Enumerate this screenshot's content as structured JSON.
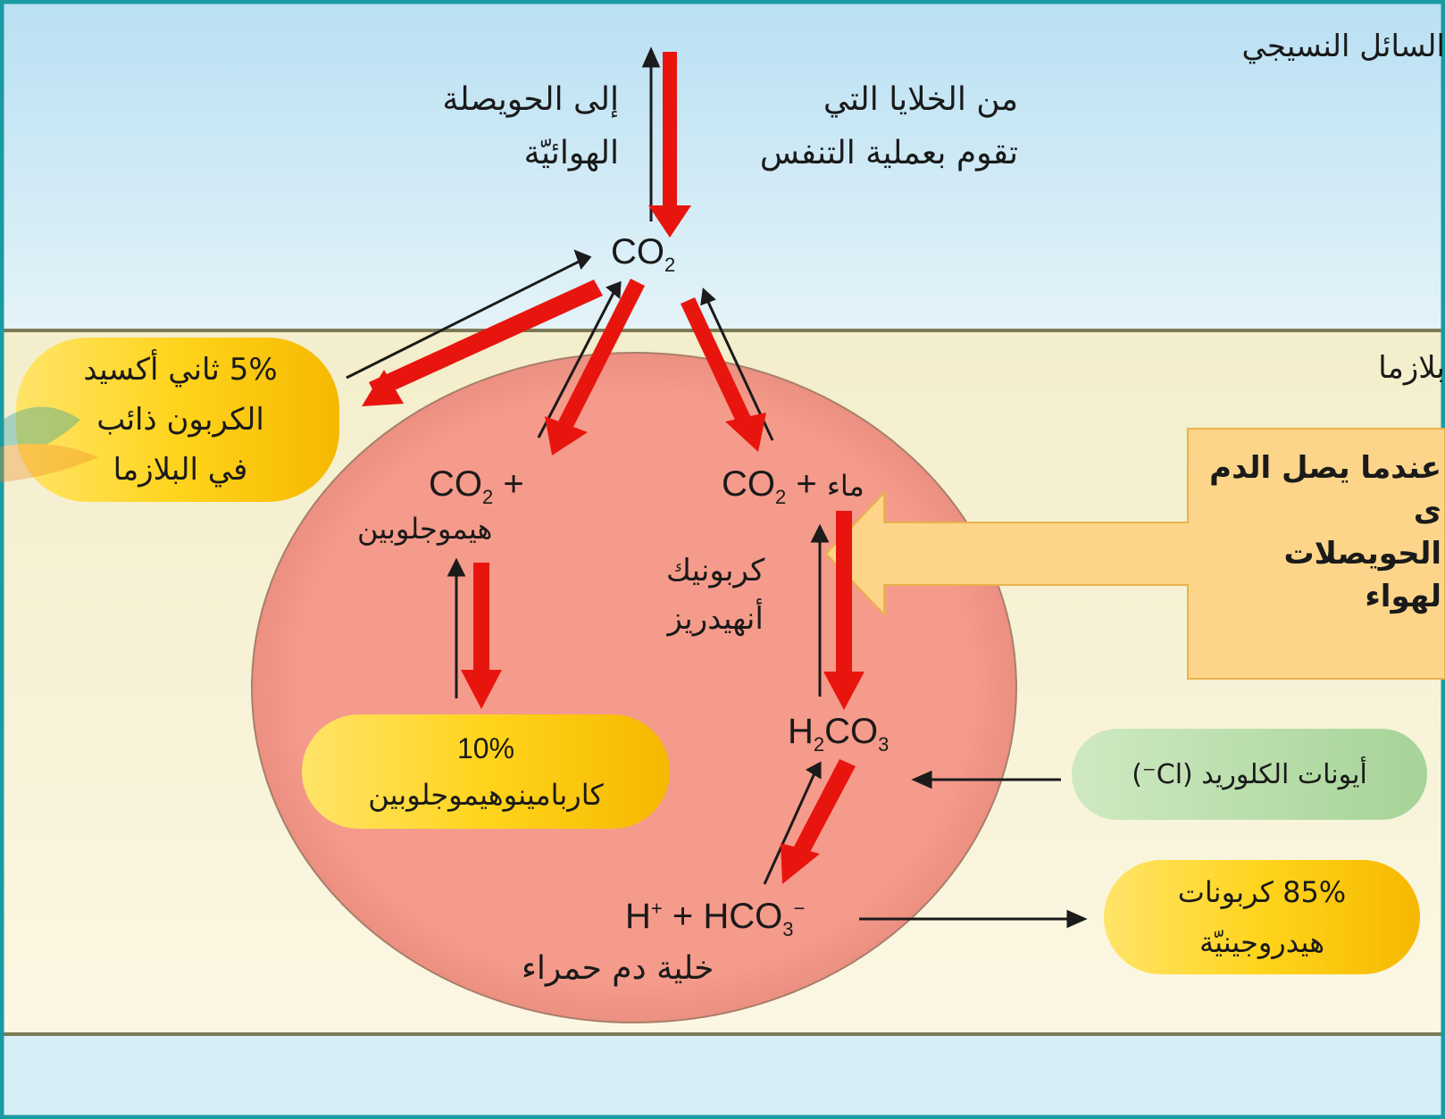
{
  "colors": {
    "tissue_fluid_bg": "#cfe9f6",
    "plasma_bg": "#f9f4d8",
    "cell_fill": "#f59c8c",
    "red_arrow": "#e8150f",
    "callout_fill": "#fdd58a",
    "pill_yellow": "#ffd21f",
    "pill_green": "#b7dba8",
    "frame": "#1a9aa3"
  },
  "regions": {
    "tissue_fluid_label": "السائل النسيجي",
    "plasma_label": "بلازما"
  },
  "top": {
    "to_alveolus": [
      "إلى الحويصلة",
      "الهوائيّة"
    ],
    "from_cells": [
      "من الخلايا التي",
      "تقوم بعملية التنفس"
    ]
  },
  "chem": {
    "co2": "CO",
    "sub2": "2",
    "plus": "+",
    "water": "ماء",
    "hemoglobin": "هيموجلوبين",
    "h2co3": "H",
    "co3": "CO",
    "sub3": "3",
    "h_plus": "H",
    "hco3": "HCO",
    "plus_sup": "+",
    "minus_sup": "−"
  },
  "enzyme": [
    "كربونيك",
    "أنهيدريز"
  ],
  "red_cell_label": "خلية دم حمراء",
  "pills": {
    "dissolved": [
      "5% ثاني أكسيد",
      "الكربون ذائب",
      "في البلازما"
    ],
    "carbamino": [
      "10%",
      "كاربامينوهيموجلوبين"
    ],
    "chloride": "أيونات الكلوريد (Cl⁻)",
    "bicarbonate": [
      "85% كربونات",
      "هيدروجينيّة"
    ]
  },
  "callout": [
    "عندما يصل الدم",
    "ى",
    "الحويصلات",
    "لهواء"
  ],
  "icons": [
    "arrow-up-icon",
    "arrow-down-icon",
    "arrow-left-icon",
    "arrow-right-icon",
    "watermark-logo-icon"
  ]
}
